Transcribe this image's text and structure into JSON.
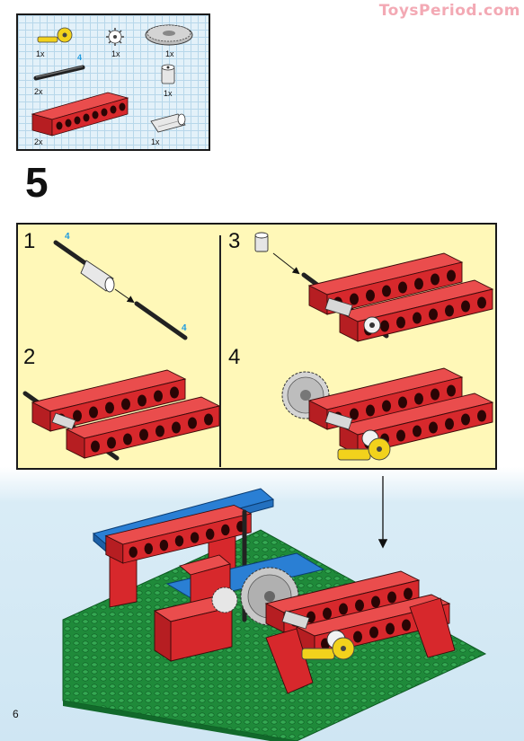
{
  "watermark": "ToysPeriod.com",
  "parts_list": {
    "items": [
      {
        "name": "yellow-crank",
        "qty": "1x"
      },
      {
        "name": "small-gear",
        "qty": "1x"
      },
      {
        "name": "large-gear",
        "qty": "1x"
      },
      {
        "name": "axle",
        "qty": "2x",
        "length": "4"
      },
      {
        "name": "bush",
        "qty": "1x"
      },
      {
        "name": "red-beam",
        "qty": "2x"
      },
      {
        "name": "connector",
        "qty": "1x"
      }
    ]
  },
  "step": {
    "number": "5"
  },
  "substeps": [
    {
      "label": "1",
      "axle_length": "4"
    },
    {
      "label": "2"
    },
    {
      "label": "3"
    },
    {
      "label": "4"
    }
  ],
  "page": {
    "number": "6"
  },
  "colors": {
    "red": "#d7282c",
    "blue": "#2a7fd4",
    "green": "#1f8a3a",
    "yellow": "#f2d21c",
    "gray": "#9a9a9a",
    "panel": "#fff8b8"
  }
}
